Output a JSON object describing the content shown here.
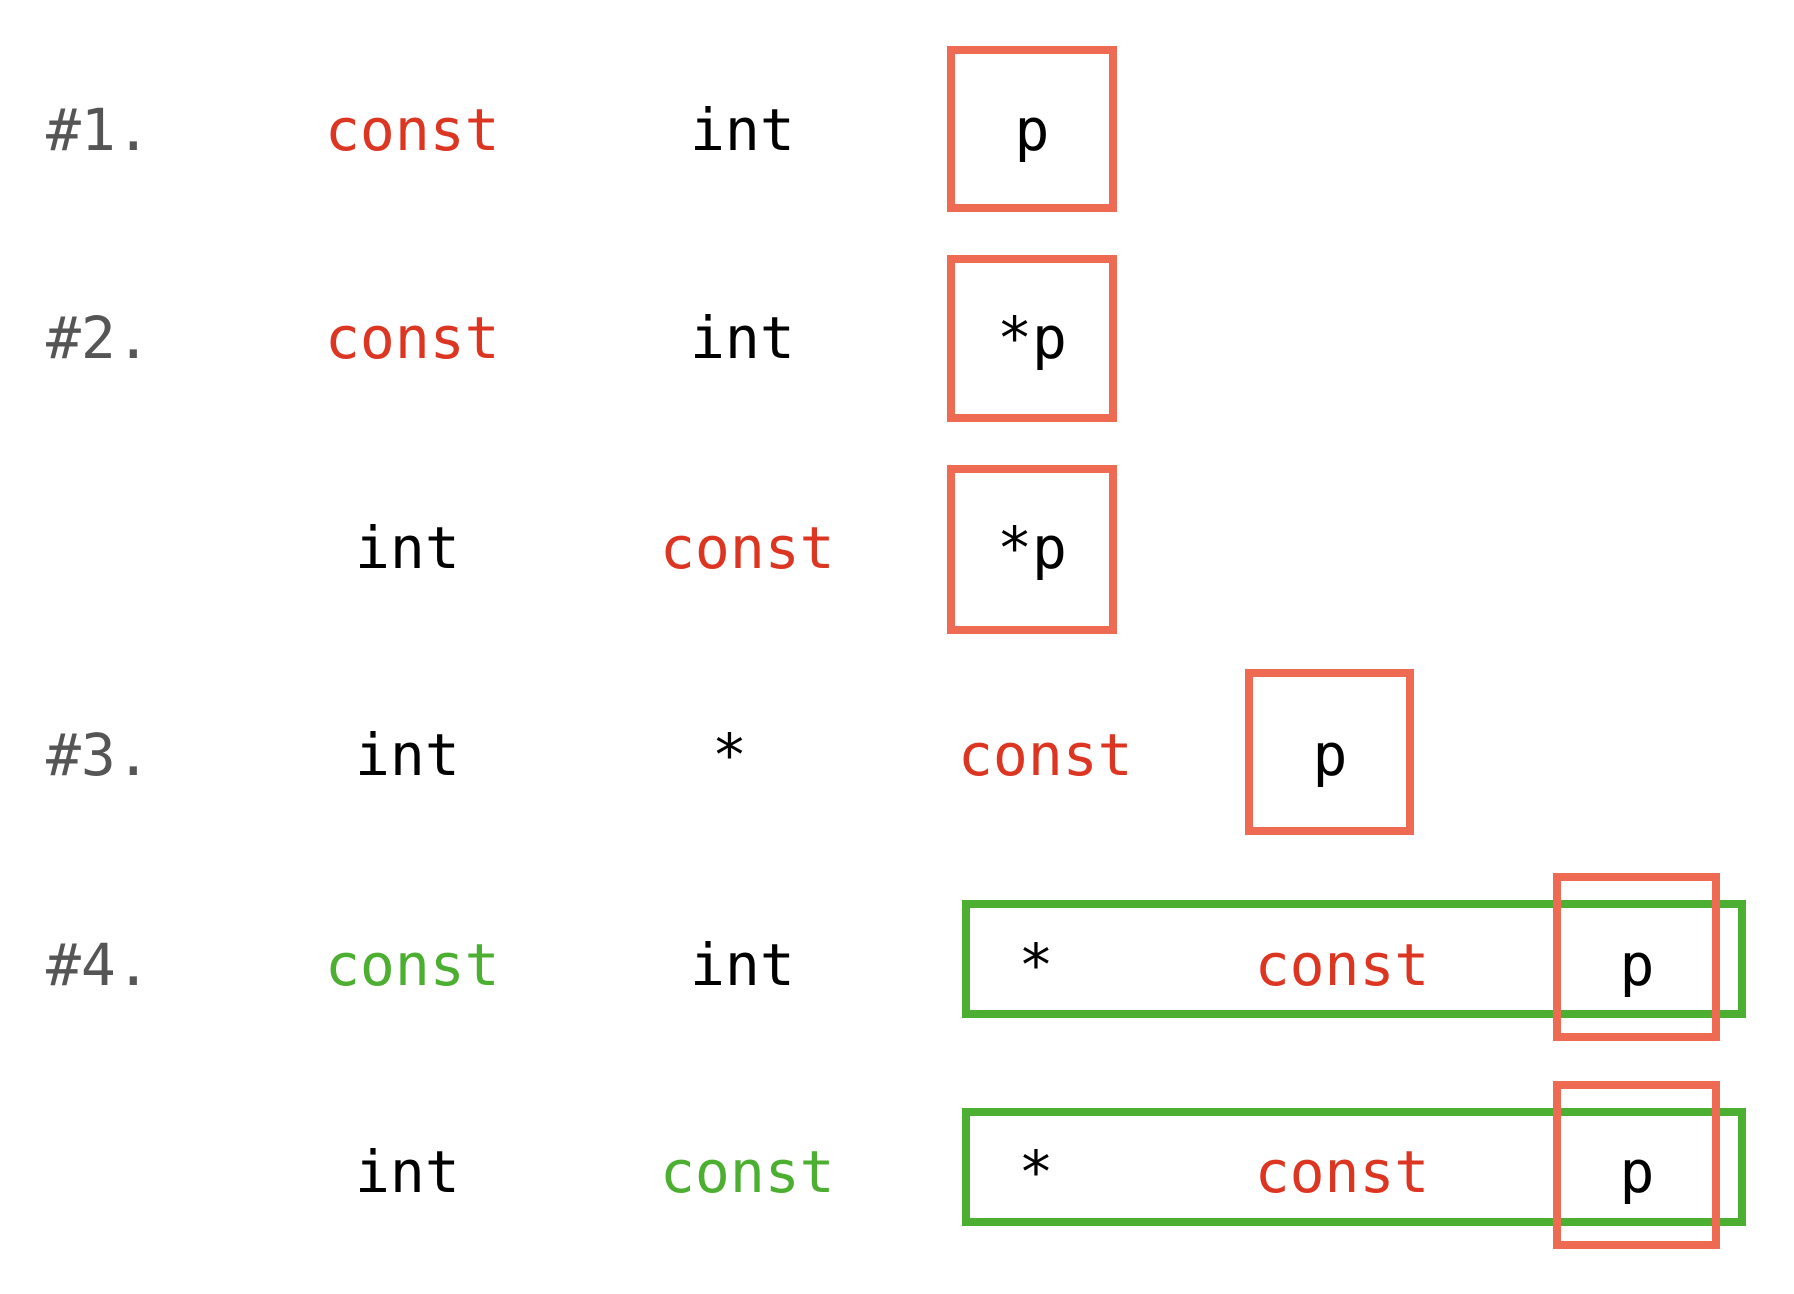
{
  "title": "const pointer declaration forms",
  "colors": {
    "label_gray": "#555555",
    "keyword_red": "#dc3522",
    "keyword_green": "#4caf32",
    "box_red": "#ef6a53",
    "box_green": "#4caf32",
    "text_black": "#000000",
    "background": "#ffffff"
  },
  "rows": [
    {
      "id": "row-1",
      "label": "#1.",
      "tokens": [
        {
          "text": "const",
          "color": "red"
        },
        {
          "text": "int",
          "color": "black"
        }
      ],
      "boxes": [
        {
          "kind": "red",
          "text": "p",
          "text_color": "black"
        }
      ]
    },
    {
      "id": "row-2",
      "label": "#2.",
      "tokens": [
        {
          "text": "const",
          "color": "red"
        },
        {
          "text": "int",
          "color": "black"
        }
      ],
      "boxes": [
        {
          "kind": "red",
          "text": "*p",
          "text_color": "black"
        }
      ]
    },
    {
      "id": "row-2b",
      "label": "",
      "tokens": [
        {
          "text": "int",
          "color": "black"
        },
        {
          "text": "const",
          "color": "red"
        }
      ],
      "boxes": [
        {
          "kind": "red",
          "text": "*p",
          "text_color": "black"
        }
      ]
    },
    {
      "id": "row-3",
      "label": "#3.",
      "tokens": [
        {
          "text": "int",
          "color": "black"
        },
        {
          "text": "*",
          "color": "black"
        },
        {
          "text": "const",
          "color": "red"
        }
      ],
      "boxes": [
        {
          "kind": "red",
          "text": "p",
          "text_color": "black"
        }
      ]
    },
    {
      "id": "row-4",
      "label": "#4.",
      "tokens": [
        {
          "text": "const",
          "color": "green"
        },
        {
          "text": "int",
          "color": "black"
        }
      ],
      "group": {
        "kind": "green",
        "inner": [
          {
            "text": "*",
            "color": "black"
          },
          {
            "text": "const",
            "color": "red"
          }
        ]
      },
      "boxes": [
        {
          "kind": "red",
          "text": "p",
          "text_color": "black"
        }
      ]
    },
    {
      "id": "row-4b",
      "label": "",
      "tokens": [
        {
          "text": "int",
          "color": "black"
        },
        {
          "text": "const",
          "color": "green"
        }
      ],
      "group": {
        "kind": "green",
        "inner": [
          {
            "text": "*",
            "color": "black"
          },
          {
            "text": "const",
            "color": "red"
          }
        ]
      },
      "boxes": [
        {
          "kind": "red",
          "text": "p",
          "text_color": "black"
        }
      ]
    }
  ]
}
